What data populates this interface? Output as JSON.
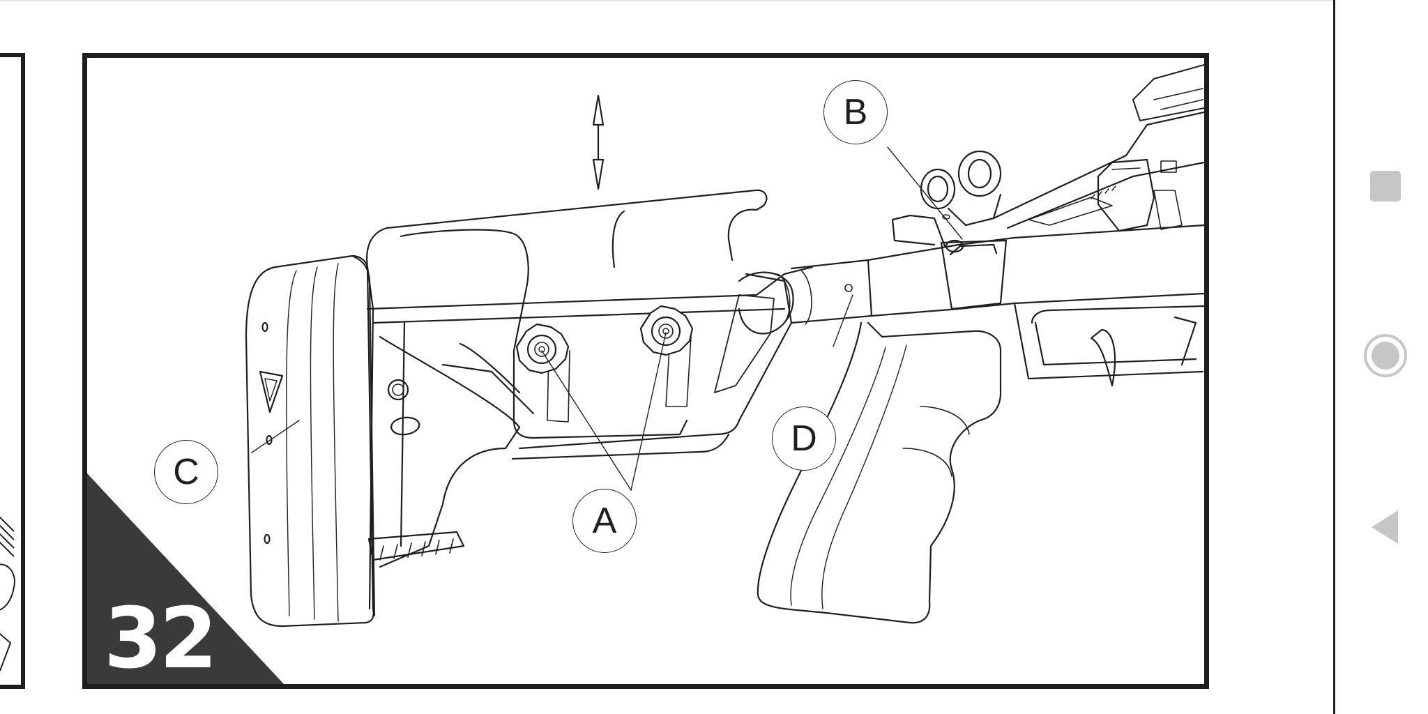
{
  "manual_page": {
    "step_number": "32",
    "callouts": {
      "a": "A",
      "b": "B",
      "c": "C",
      "d": "D"
    }
  },
  "navigation": {
    "buttons": [
      {
        "name": "recent-apps",
        "icon": "square-icon"
      },
      {
        "name": "home",
        "icon": "circle-icon"
      },
      {
        "name": "back",
        "icon": "triangle-back-icon"
      }
    ]
  },
  "colors": {
    "line_art": "#1e1e1e",
    "step_badge": "#3a3a3a",
    "nav_icon": "#c6c6c6"
  }
}
